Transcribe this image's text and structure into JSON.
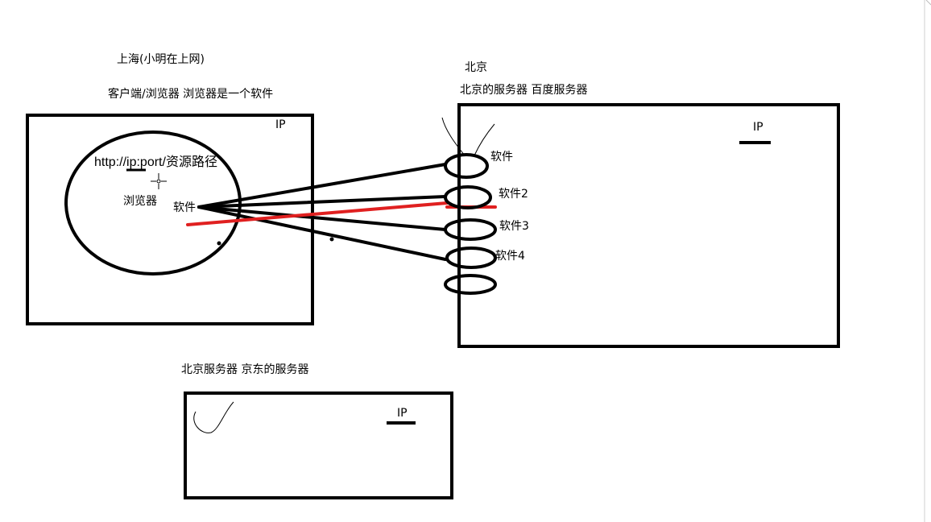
{
  "client": {
    "location_label": "上海(小明在上网)",
    "role_label": "客户端/浏览器  浏览器是一个软件",
    "ip_label": "IP",
    "url_label": "http://ip:port/资源路径",
    "browser_label": "浏览器",
    "software_label": "软件"
  },
  "baidu_server": {
    "location_label": "北京",
    "role_label": "北京的服务器   百度服务器",
    "ip_label": "IP",
    "software": [
      "软件",
      "软件2",
      "软件3",
      "软件4"
    ]
  },
  "jd_server": {
    "role_label": "北京服务器  京东的服务器",
    "ip_label": "IP"
  },
  "colors": {
    "ink": "#000000",
    "highlight": "#e02020"
  }
}
